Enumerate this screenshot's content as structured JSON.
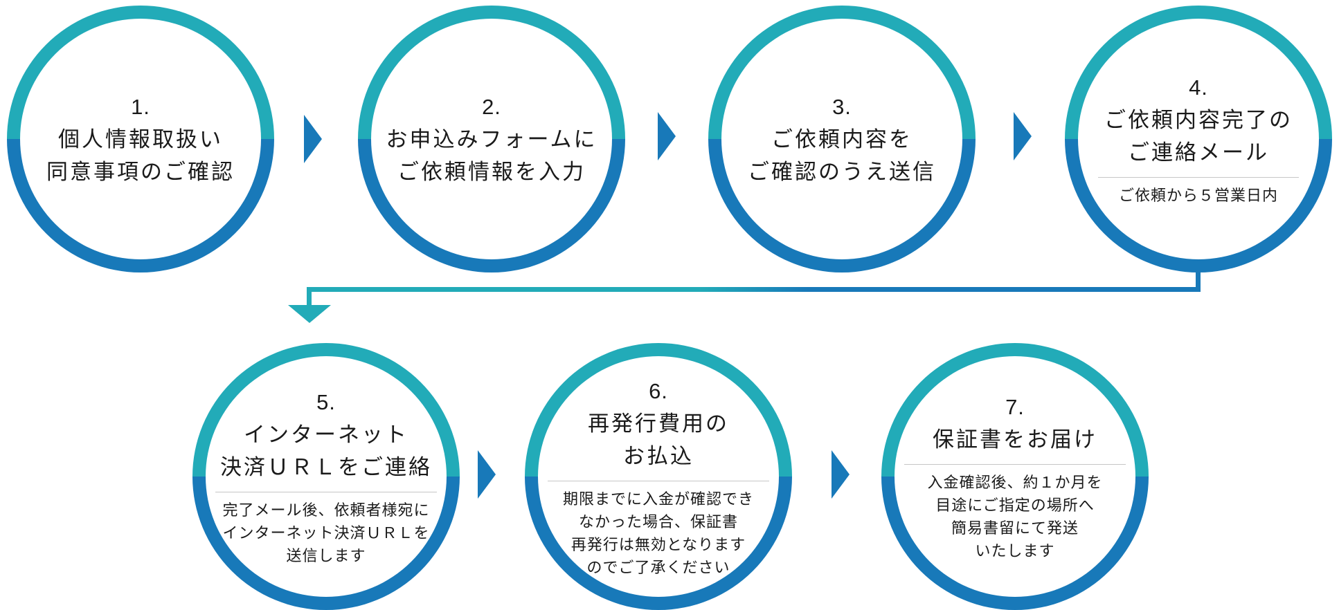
{
  "colors": {
    "teal": "#22ABB8",
    "blue": "#1879B9",
    "text": "#1A1A1A",
    "divider": "#C6C6C6",
    "bg": "#FFFFFF"
  },
  "steps": [
    {
      "num": "1.",
      "title_lines": [
        "個人情報取扱い",
        "同意事項のご確認"
      ],
      "note_lines": []
    },
    {
      "num": "2.",
      "title_lines": [
        "お申込みフォームに",
        "ご依頼情報を入力"
      ],
      "note_lines": []
    },
    {
      "num": "3.",
      "title_lines": [
        "ご依頼内容を",
        "ご確認のうえ送信"
      ],
      "note_lines": []
    },
    {
      "num": "4.",
      "title_lines": [
        "ご依頼内容完了の",
        "ご連絡メール"
      ],
      "note_lines": [
        "ご依頼から５営業日内"
      ]
    },
    {
      "num": "5.",
      "title_lines": [
        "インターネット",
        "決済ＵＲＬをご連絡"
      ],
      "note_lines": [
        "完了メール後、依頼者様宛に",
        "インターネット決済ＵＲＬを",
        "送信します"
      ]
    },
    {
      "num": "6.",
      "title_lines": [
        "再発行費用の",
        "お払込"
      ],
      "note_lines": [
        "期限までに入金が確認でき",
        "なかった場合、保証書",
        "再発行は無効となります",
        "のでご了承ください"
      ]
    },
    {
      "num": "7.",
      "title_lines": [
        "保証書をお届け"
      ],
      "note_lines": [
        "入金確認後、約１か月を",
        "目途にご指定の場所へ",
        "簡易書留にて発送",
        "いたします"
      ]
    }
  ]
}
